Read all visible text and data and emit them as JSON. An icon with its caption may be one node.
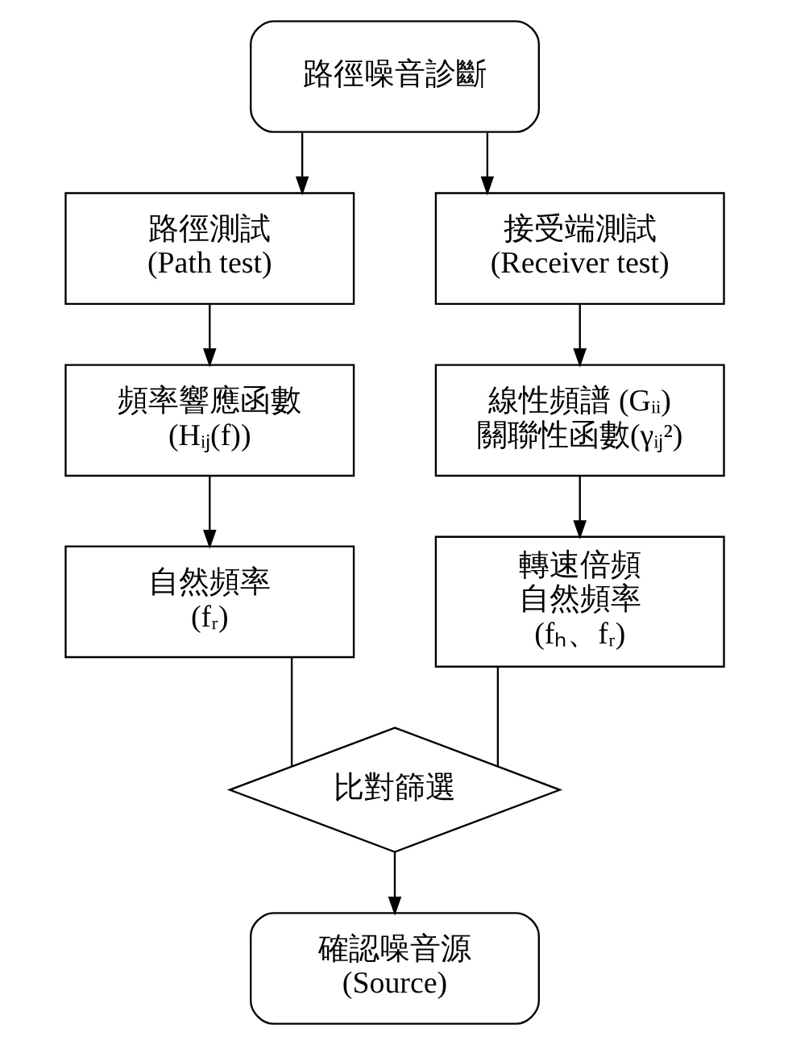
{
  "diagram": {
    "nodes": [
      {
        "text": [
          "路徑噪音診斷"
        ]
      },
      {
        "text": [
          "路徑測試",
          "(Path test)"
        ]
      },
      {
        "text": [
          "接受端測試",
          "(Receiver test)"
        ]
      },
      {
        "text": [
          "頻率響應函數",
          "(Hᵢⱼ(f))"
        ]
      },
      {
        "text": [
          "線性頻譜 (Gᵢᵢ)",
          "關聯性函數(γᵢⱼ²)"
        ]
      },
      {
        "text": [
          "自然頻率",
          "(fᵣ)"
        ]
      },
      {
        "text": [
          "轉速倍頻",
          "自然頻率",
          "(fₕ、fᵣ)"
        ]
      },
      {
        "text": [
          "比對篩選"
        ]
      },
      {
        "text": [
          "確認噪音源",
          "(Source)"
        ]
      }
    ],
    "edges": [
      {
        "from": 0,
        "to": 1,
        "arrow": "to"
      },
      {
        "from": 0,
        "to": 2,
        "arrow": "to"
      },
      {
        "from": 1,
        "to": 3,
        "arrow": "to"
      },
      {
        "from": 3,
        "to": 5,
        "arrow": "to"
      },
      {
        "from": 2,
        "to": 4,
        "arrow": "to"
      },
      {
        "from": 4,
        "to": 6,
        "arrow": "to"
      },
      {
        "from": 5,
        "to": 7,
        "arrow": "none"
      },
      {
        "from": 6,
        "to": 7,
        "arrow": "none"
      },
      {
        "from": 7,
        "to": 8,
        "arrow": "to"
      }
    ]
  }
}
